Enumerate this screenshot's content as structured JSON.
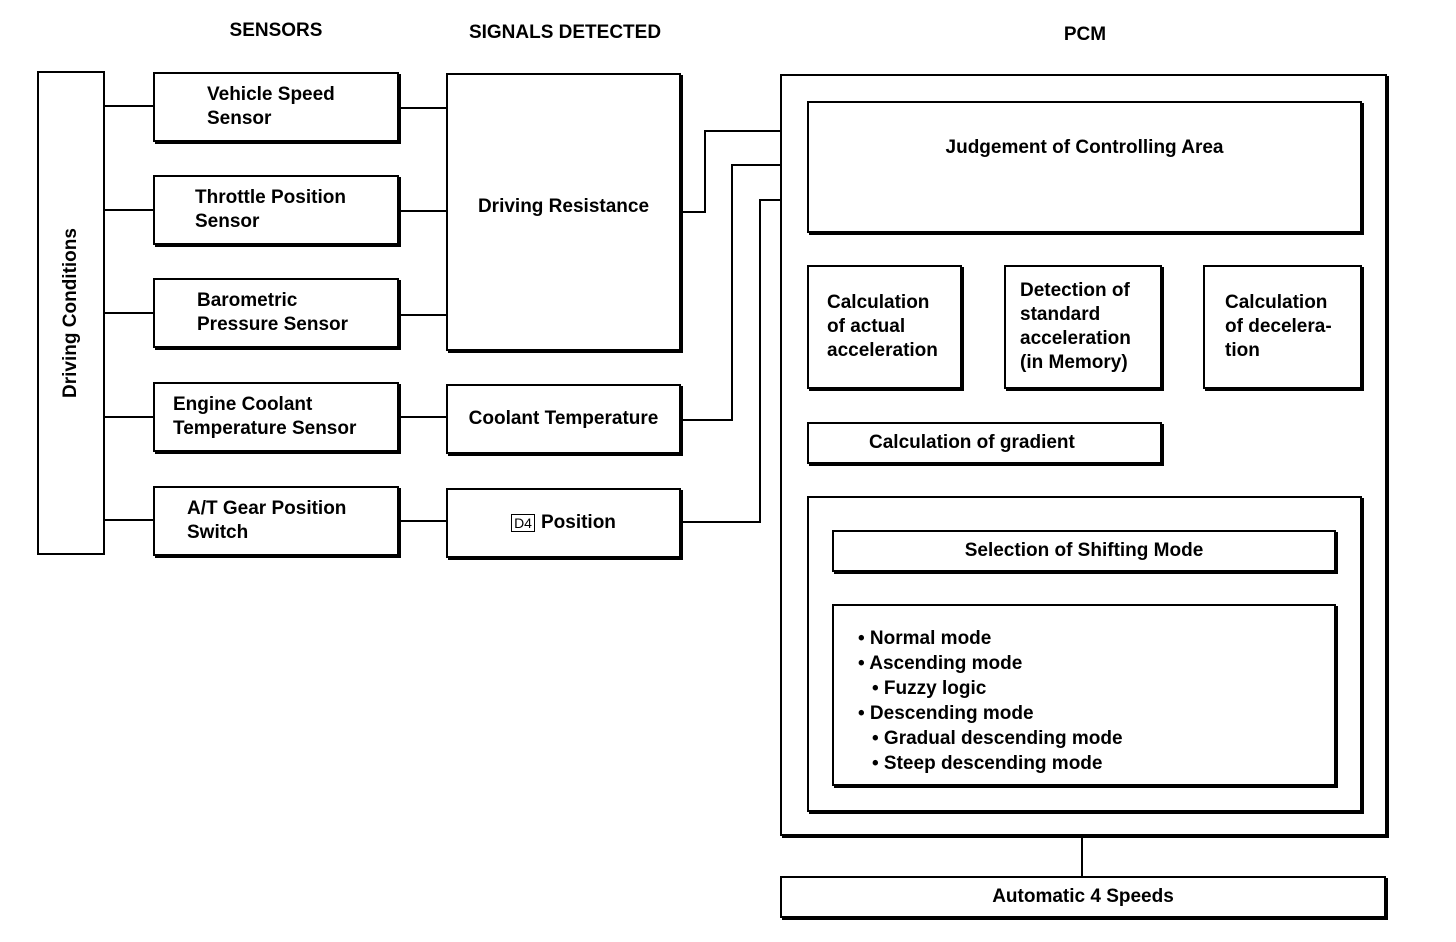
{
  "headers": {
    "sensors": "SENSORS",
    "signals": "SIGNALS DETECTED",
    "pcm": "PCM"
  },
  "driving_conditions": "Driving Conditions",
  "sensors": [
    {
      "line1": "Vehicle Speed",
      "line2": "Sensor"
    },
    {
      "line1": "Throttle Position",
      "line2": "Sensor"
    },
    {
      "line1": "Barometric",
      "line2": "Pressure Sensor"
    },
    {
      "line1": "Engine Coolant",
      "line2": "Temperature Sensor"
    },
    {
      "line1": "A/T Gear Position",
      "line2": "Switch"
    }
  ],
  "signals": {
    "driving_resistance": "Driving Resistance",
    "coolant_temperature": "Coolant Temperature",
    "d4_symbol": "D4",
    "position": "Position"
  },
  "pcm": {
    "judgement": "Judgement of Controlling Area",
    "calc_actual": [
      "Calculation",
      "of actual",
      "acceleration"
    ],
    "detection_standard": [
      "Detection of",
      "standard",
      "acceleration",
      "(in Memory)"
    ],
    "calc_deceleration": [
      "Calculation",
      "of decelera-",
      "tion"
    ],
    "calc_gradient": "Calculation of gradient",
    "selection": "Selection of Shifting Mode",
    "modes": [
      "• Normal mode",
      "• Ascending mode",
      "• Fuzzy logic",
      "• Descending mode",
      "• Gradual descending mode",
      "• Steep descending mode"
    ]
  },
  "output": "Automatic 4 Speeds"
}
